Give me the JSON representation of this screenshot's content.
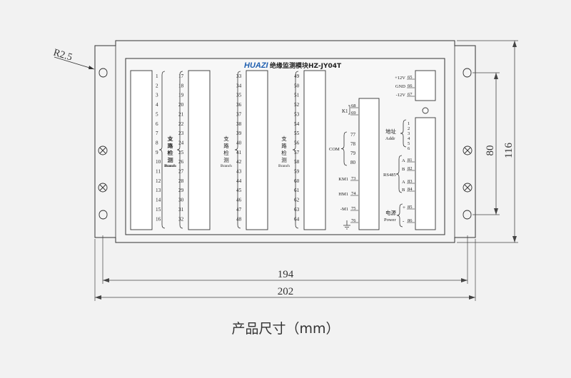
{
  "title": {
    "brand": "HUAZI",
    "model": "绝缘监测模块HZ-JY04T"
  },
  "dims": {
    "radius": "R2.5",
    "width_inner": "194",
    "width_outer": "202",
    "height_inner": "80",
    "height_outer": "116"
  },
  "caption": "产品尺寸（mm）",
  "blocks": [
    {
      "nums": [
        "1",
        "2",
        "3",
        "4",
        "5",
        "6",
        "7",
        "8",
        "9",
        "10",
        "11",
        "12",
        "13",
        "14",
        "15",
        "16"
      ],
      "cn": [
        "支",
        "路",
        "检",
        "测"
      ],
      "en": "Branch"
    },
    {
      "nums": [
        "17",
        "18",
        "19",
        "20",
        "21",
        "22",
        "23",
        "24",
        "25",
        "26",
        "27",
        "28",
        "29",
        "30",
        "31",
        "32"
      ],
      "cn": [
        "支",
        "路",
        "检",
        "测"
      ],
      "en": "Branch"
    },
    {
      "nums": [
        "33",
        "34",
        "35",
        "36",
        "37",
        "38",
        "39",
        "40",
        "41",
        "42",
        "43",
        "44",
        "45",
        "46",
        "47",
        "48"
      ],
      "cn": [
        "支",
        "路",
        "检",
        "测"
      ],
      "en": "Branch"
    },
    {
      "nums": [
        "49",
        "50",
        "51",
        "52",
        "53",
        "54",
        "55",
        "56",
        "57",
        "58",
        "59",
        "60",
        "61",
        "62",
        "63",
        "64"
      ],
      "cn": [
        "支",
        "路",
        "检",
        "测"
      ],
      "en": "Branch"
    }
  ],
  "left_terms": {
    "k1": {
      "label": "K1",
      "pins": [
        "68",
        "69"
      ]
    },
    "com": {
      "label": "COM",
      "pins": [
        "77",
        "78",
        "79",
        "80"
      ]
    },
    "rows": [
      {
        "label": "KM1",
        "pin": "73"
      },
      {
        "label": "HM1",
        "pin": "74"
      },
      {
        "label": "-M1",
        "pin": "75"
      },
      {
        "label": "",
        "pin": "76"
      }
    ]
  },
  "right_terms": {
    "power_top": [
      {
        "label": "+12V",
        "pin": "65"
      },
      {
        "label": "GND",
        "pin": "66"
      },
      {
        "label": "-12V",
        "pin": "67"
      }
    ],
    "addr": {
      "cn": "地址",
      "en": "Addr",
      "digits": [
        "1",
        "2",
        "3",
        "4",
        "5",
        "6"
      ]
    },
    "rs485": {
      "label": "RS485",
      "rows": [
        {
          "l": "A",
          "pin": "81"
        },
        {
          "l": "B",
          "pin": "82"
        },
        {
          "l": "A",
          "pin": "83"
        },
        {
          "l": "B",
          "pin": "84"
        }
      ]
    },
    "power": {
      "cn": "电源",
      "en": "Power",
      "rows": [
        {
          "l": "+",
          "pin": "85"
        },
        {
          "l": "-",
          "pin": "86"
        }
      ]
    }
  }
}
